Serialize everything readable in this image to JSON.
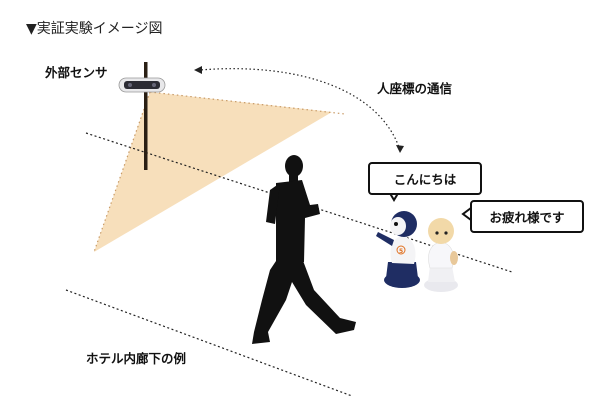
{
  "title": "▼実証実験イメージ図",
  "labels": {
    "external_sensor": "外部センサ",
    "coordinate_comm": "人座標の通信",
    "corridor_example": "ホテル内廊下の例"
  },
  "speech": {
    "robot1": "こんにちは",
    "robot2": "お疲れ様です"
  },
  "robot1_badge": "5",
  "colors": {
    "cone": "#f6dcb4",
    "robot_blue": "#1f2d63",
    "silhouette": "#111111"
  }
}
